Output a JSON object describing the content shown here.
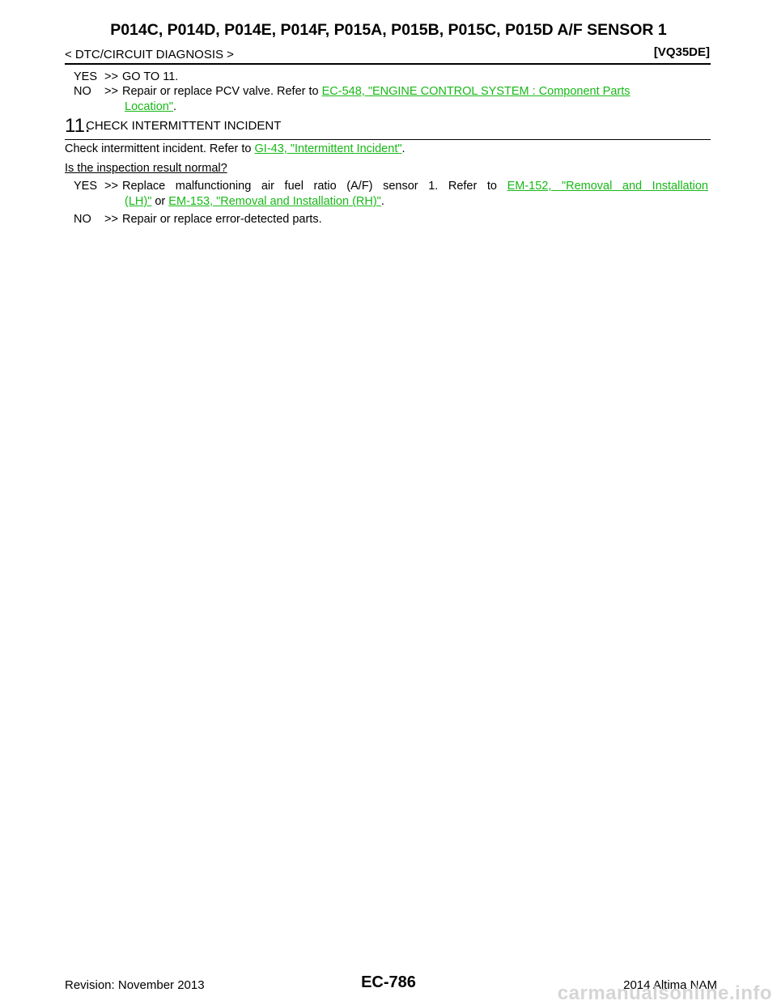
{
  "header": {
    "title": "P014C, P014D, P014E, P014F, P015A, P015B, P015C, P015D A/F SENSOR 1",
    "section": "< DTC/CIRCUIT DIAGNOSIS >",
    "model": "[VQ35DE]"
  },
  "previous_step": {
    "yes_key": "YES",
    "yes_arrow": ">>",
    "yes_text": "GO TO 11.",
    "no_key": "NO",
    "no_arrow": ">>",
    "no_text": "Repair or replace PCV valve. Refer to ",
    "no_link_part1": "EC-548, \"ENGINE CONTROL SYSTEM : Component Parts",
    "no_link_part2": "Location\"",
    "no_end": "."
  },
  "step11": {
    "number": "11.",
    "title": "CHECK INTERMITTENT INCIDENT",
    "instruction": "Check intermittent incident. Refer to ",
    "instruction_link": "GI-43, \"Intermittent Incident\"",
    "instruction_end": ".",
    "question": "Is the inspection result normal?",
    "yes_key": "YES",
    "yes_arrow": ">>",
    "yes_text": "Replace malfunctioning air fuel ratio (A/F) sensor 1. Refer to ",
    "yes_link1_part1": "EM-152, \"Removal and Installation",
    "yes_link1_part2": "(LH)\"",
    "yes_or": " or ",
    "yes_link2": "EM-153, \"Removal and Installation (RH)\"",
    "yes_end": ".",
    "no_key": "NO",
    "no_arrow": ">>",
    "no_text": "Repair or replace error-detected parts."
  },
  "footer": {
    "revision": "Revision: November 2013",
    "page": "EC-786",
    "vehicle": "2014 Altima NAM",
    "watermark": "carmanualsonline.info"
  },
  "colors": {
    "link": "#18b818",
    "watermark": "#c8c8c8"
  }
}
